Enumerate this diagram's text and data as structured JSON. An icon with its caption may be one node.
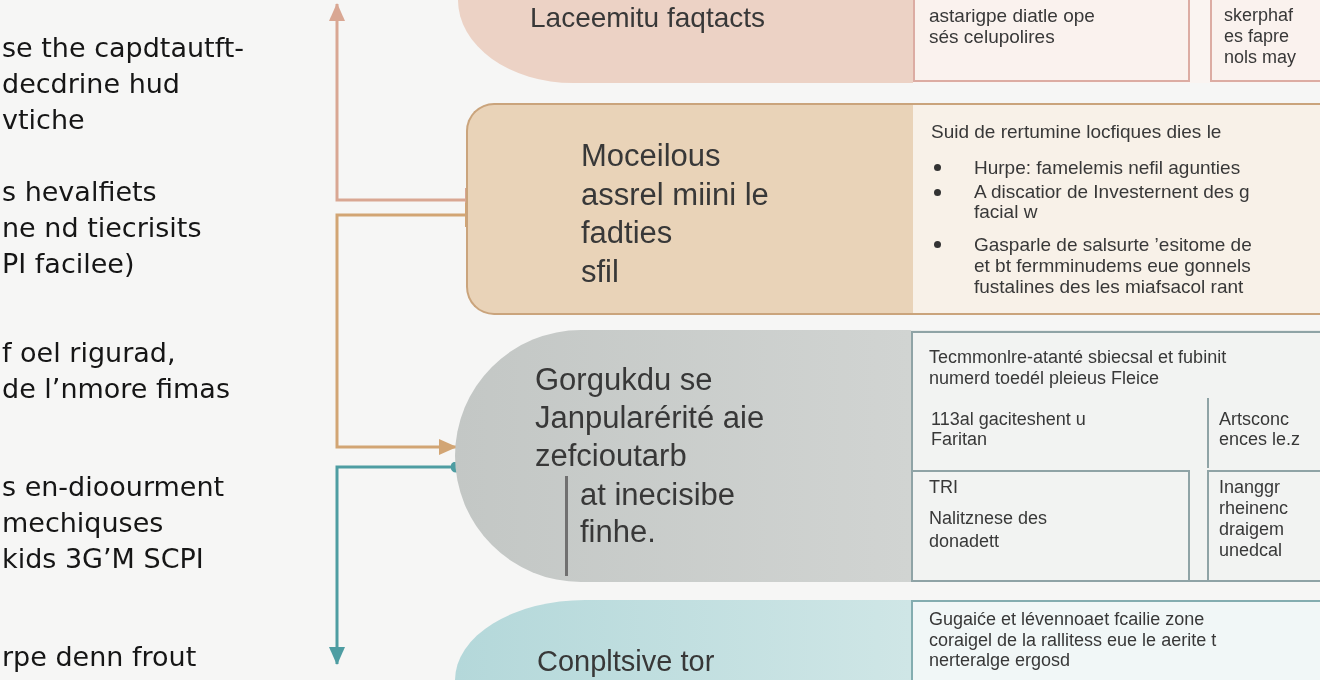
{
  "diagram": {
    "nodes": [
      {
        "text": [
          "Laceemitu faqtacts"
        ]
      },
      {
        "text": [
          "astarigpe diatle ope sés celupolires"
        ],
        "in": 0
      },
      {
        "text": [
          "skerphaf es fapre nols may"
        ],
        "in": 0
      },
      {
        "text": [
          "Moceilous assrel miini le fadties sfil"
        ]
      },
      {
        "text": [
          "Suid de rertumine locfiques dies le",
          "Hurpe: famelemis nefil agunties",
          "A discatior de Investernent des g facial w",
          "Gasparle de salsurte ’esitome de et bt fermminudems eue gonnels fustalines des les miafsacol rant"
        ],
        "in": 3
      },
      {
        "text": [
          "Gorgukdu se Janpularérité aie zefcioutarb",
          "at inecisibe finhe."
        ]
      },
      {
        "text": [
          "Tecmmonlre-atanté sbiecsal et fubinit numerd toedél pleieus Fleice"
        ],
        "in": 5
      },
      {
        "text": [
          "113al gaciteshent u Faritan"
        ],
        "in": 6
      },
      {
        "text": [
          "Artsconc ences le.z"
        ],
        "in": 6
      },
      {
        "text": [
          "TRI",
          "Nalitznese des donadett"
        ],
        "in": 6
      },
      {
        "text": [
          "Inanggr rheinenc draigem unedcal"
        ],
        "in": 6
      },
      {
        "text": [
          "Conpltsive tor"
        ]
      },
      {
        "text": [
          "Gugaiće et lévennoaet fcailie zone coraigel de la rallitess eue le aerite t nerteralge ergosd"
        ],
        "in": 11
      }
    ],
    "edges": [
      {
        "from": 3,
        "to": null,
        "arrow": "to",
        "color": "#d9a793"
      },
      {
        "from": 3,
        "to": 5,
        "arrow": "to",
        "color": "#d2a574"
      },
      {
        "from": 5,
        "to": null,
        "arrow": "to",
        "color": "#4e9da2"
      }
    ],
    "labels": [
      "se the capdtautft- decdrine hud vtiche",
      "s hevalfiets ne nd tiecrisits PI facilee)",
      "f oel rigurad, de l’nmore fimas",
      "s en-dioourment mechiquses kids 3G’M SCPI",
      "rpe denn frout"
    ]
  }
}
